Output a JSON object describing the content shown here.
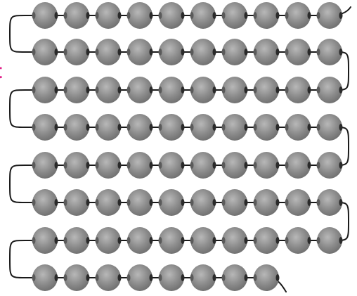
{
  "label_fragment": "t",
  "colors": {
    "bead": "#8a8a8a",
    "bead_highlight": "#c4c4c4",
    "bead_shadow": "#5a5a5a",
    "string": "#1a1a1a",
    "label": "#e0218a"
  },
  "rows": [
    {
      "beads": 10
    },
    {
      "beads": 10
    },
    {
      "beads": 10
    },
    {
      "beads": 10
    },
    {
      "beads": 10
    },
    {
      "beads": 10
    },
    {
      "beads": 10
    },
    {
      "beads": 8
    }
  ],
  "total_beads": 78
}
